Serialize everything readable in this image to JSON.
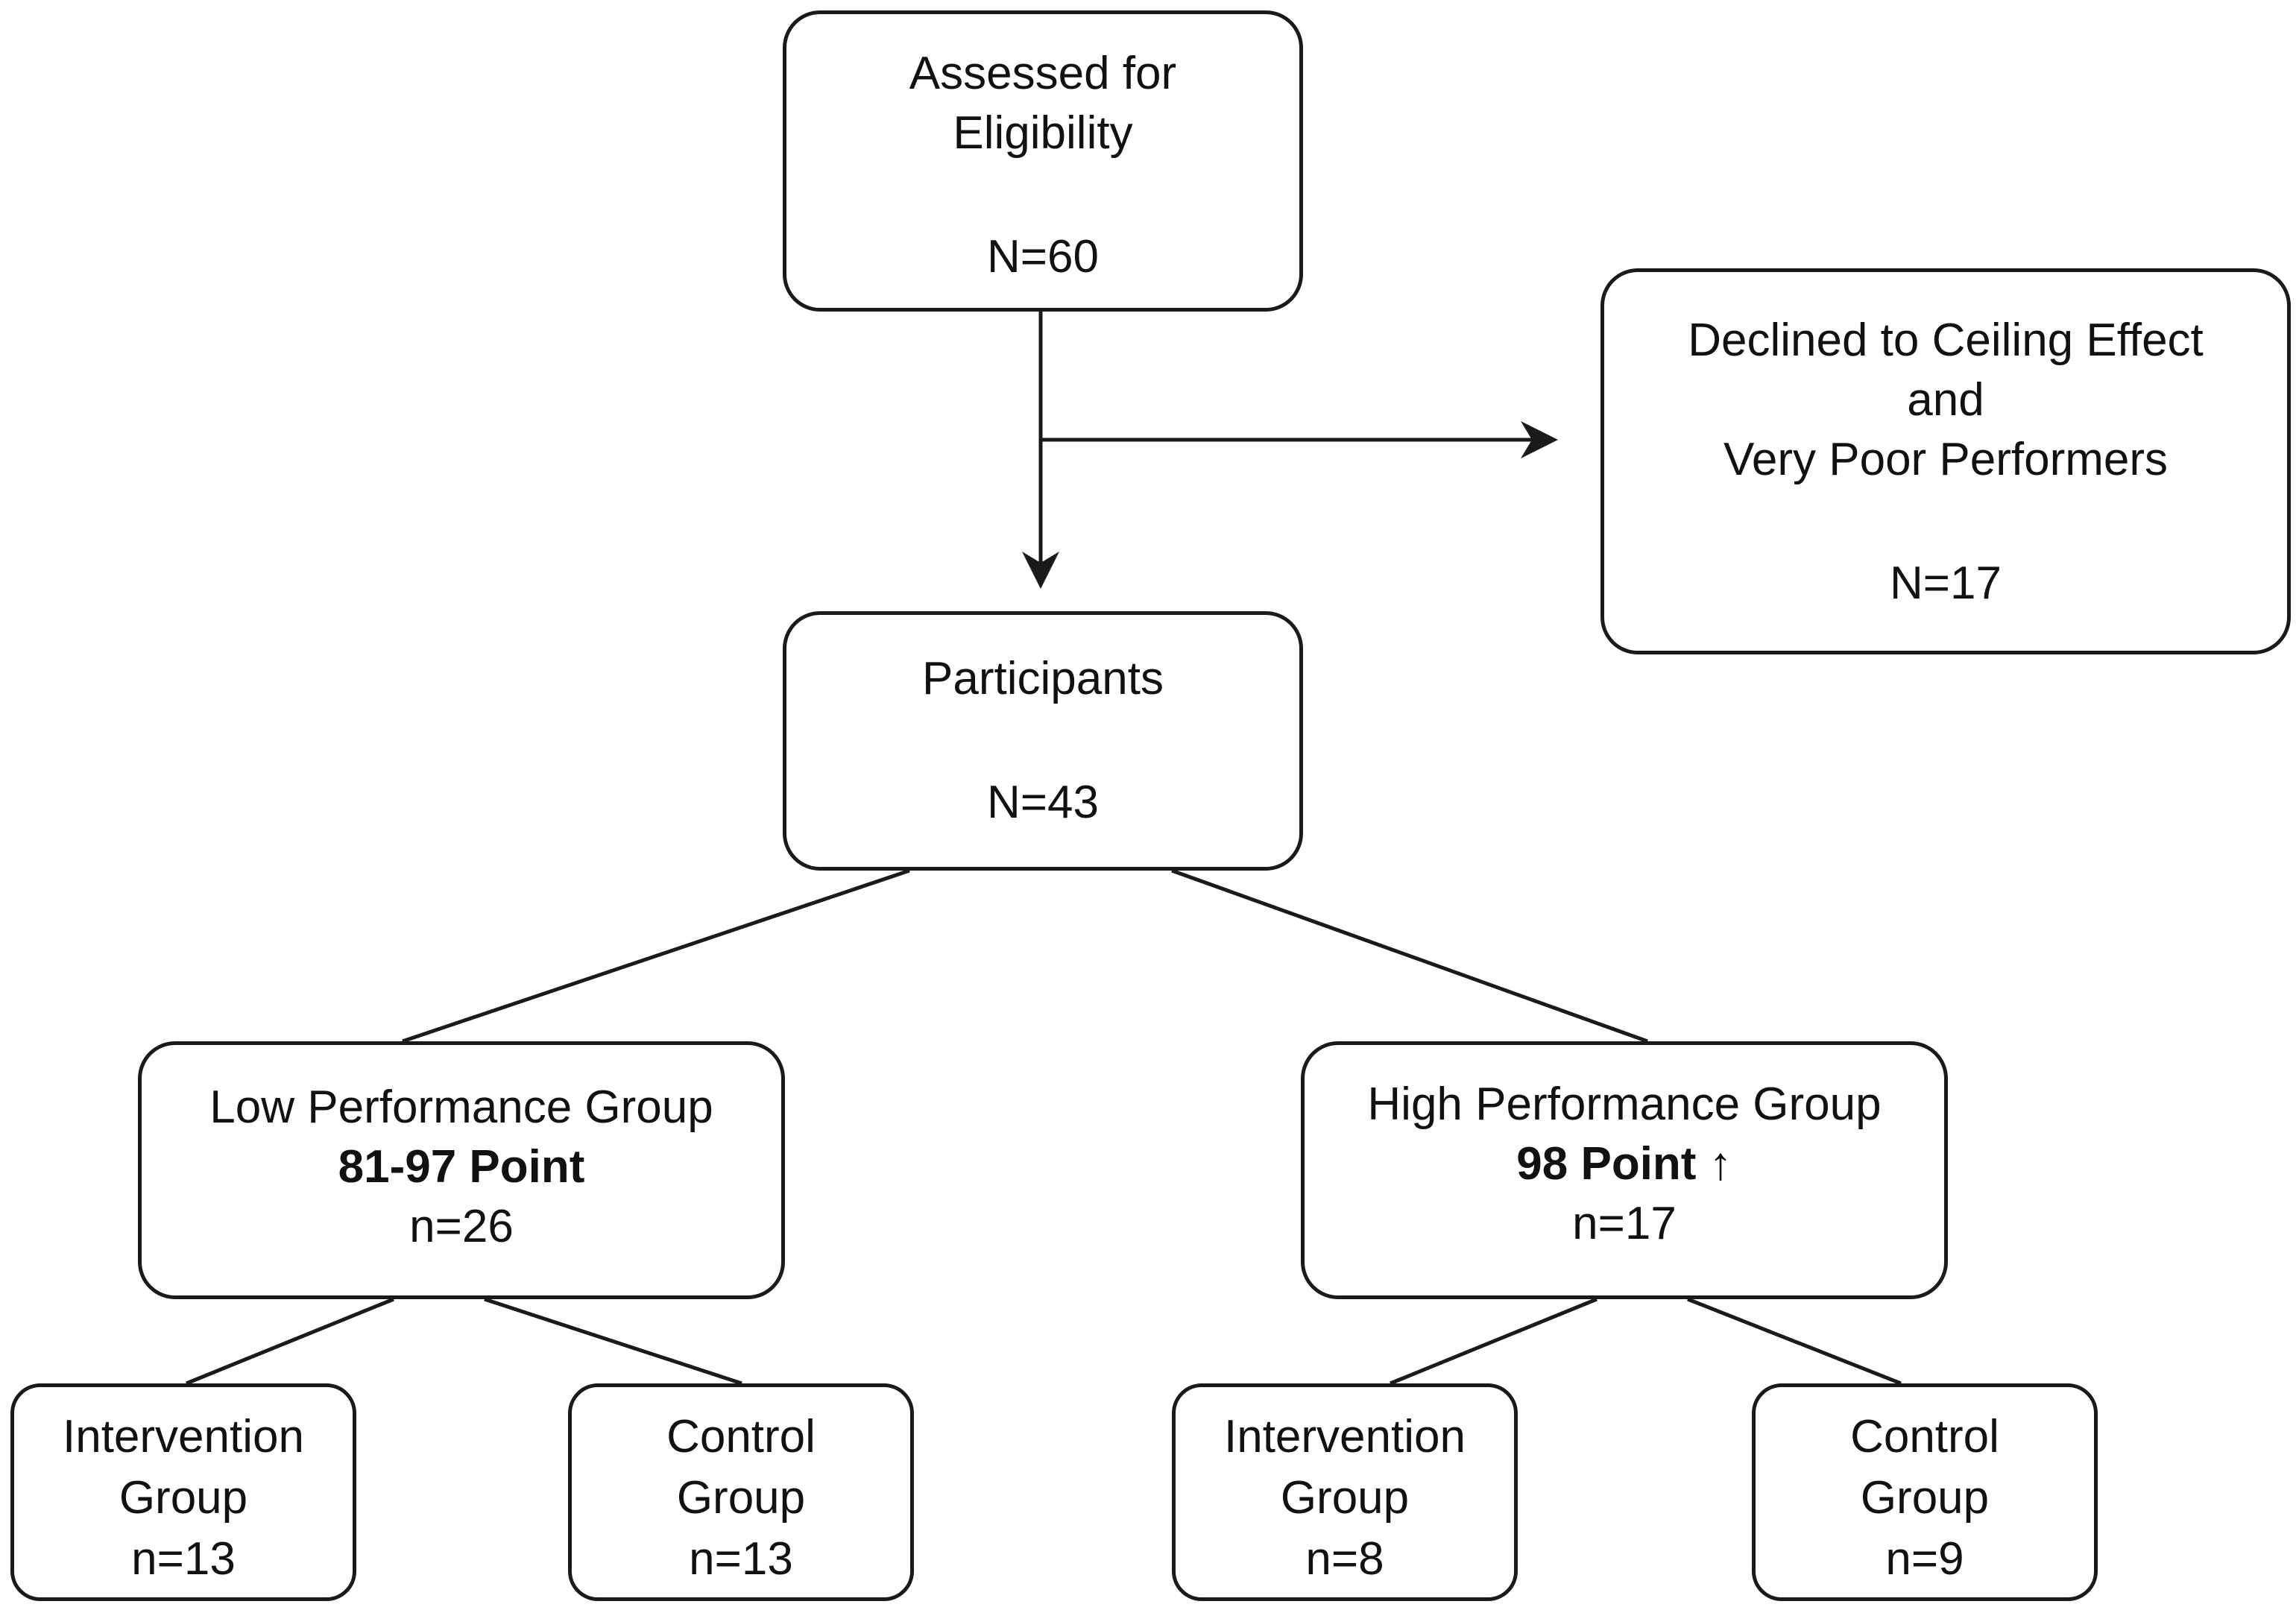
{
  "nodes": {
    "assessed": {
      "title_line1": "Assessed for",
      "title_line2": "Eligibility",
      "count": "N=60"
    },
    "declined": {
      "title_line1": "Declined to Ceiling Effect",
      "title_line2": "and",
      "title_line3": "Very Poor Performers",
      "count": "N=17"
    },
    "participants": {
      "title": "Participants",
      "count": "N=43"
    },
    "low_group": {
      "title": "Low Performance Group",
      "range": "81-97 Point",
      "count": "n=26"
    },
    "high_group": {
      "title": "High Performance Group",
      "range": "98 Point ↑",
      "count": "n=17"
    },
    "low_intervention": {
      "title_line1": "Intervention",
      "title_line2": "Group",
      "count": "n=13"
    },
    "low_control": {
      "title_line1": "Control",
      "title_line2": "Group",
      "count": "n=13"
    },
    "high_intervention": {
      "title_line1": "Intervention",
      "title_line2": "Group",
      "count": "n=8"
    },
    "high_control": {
      "title_line1": "Control",
      "title_line2": "Group",
      "count": "n=9"
    }
  },
  "style": {
    "stroke_color": "#1a1a1a",
    "fill_color": "#ffffff",
    "text_color": "#111111"
  }
}
